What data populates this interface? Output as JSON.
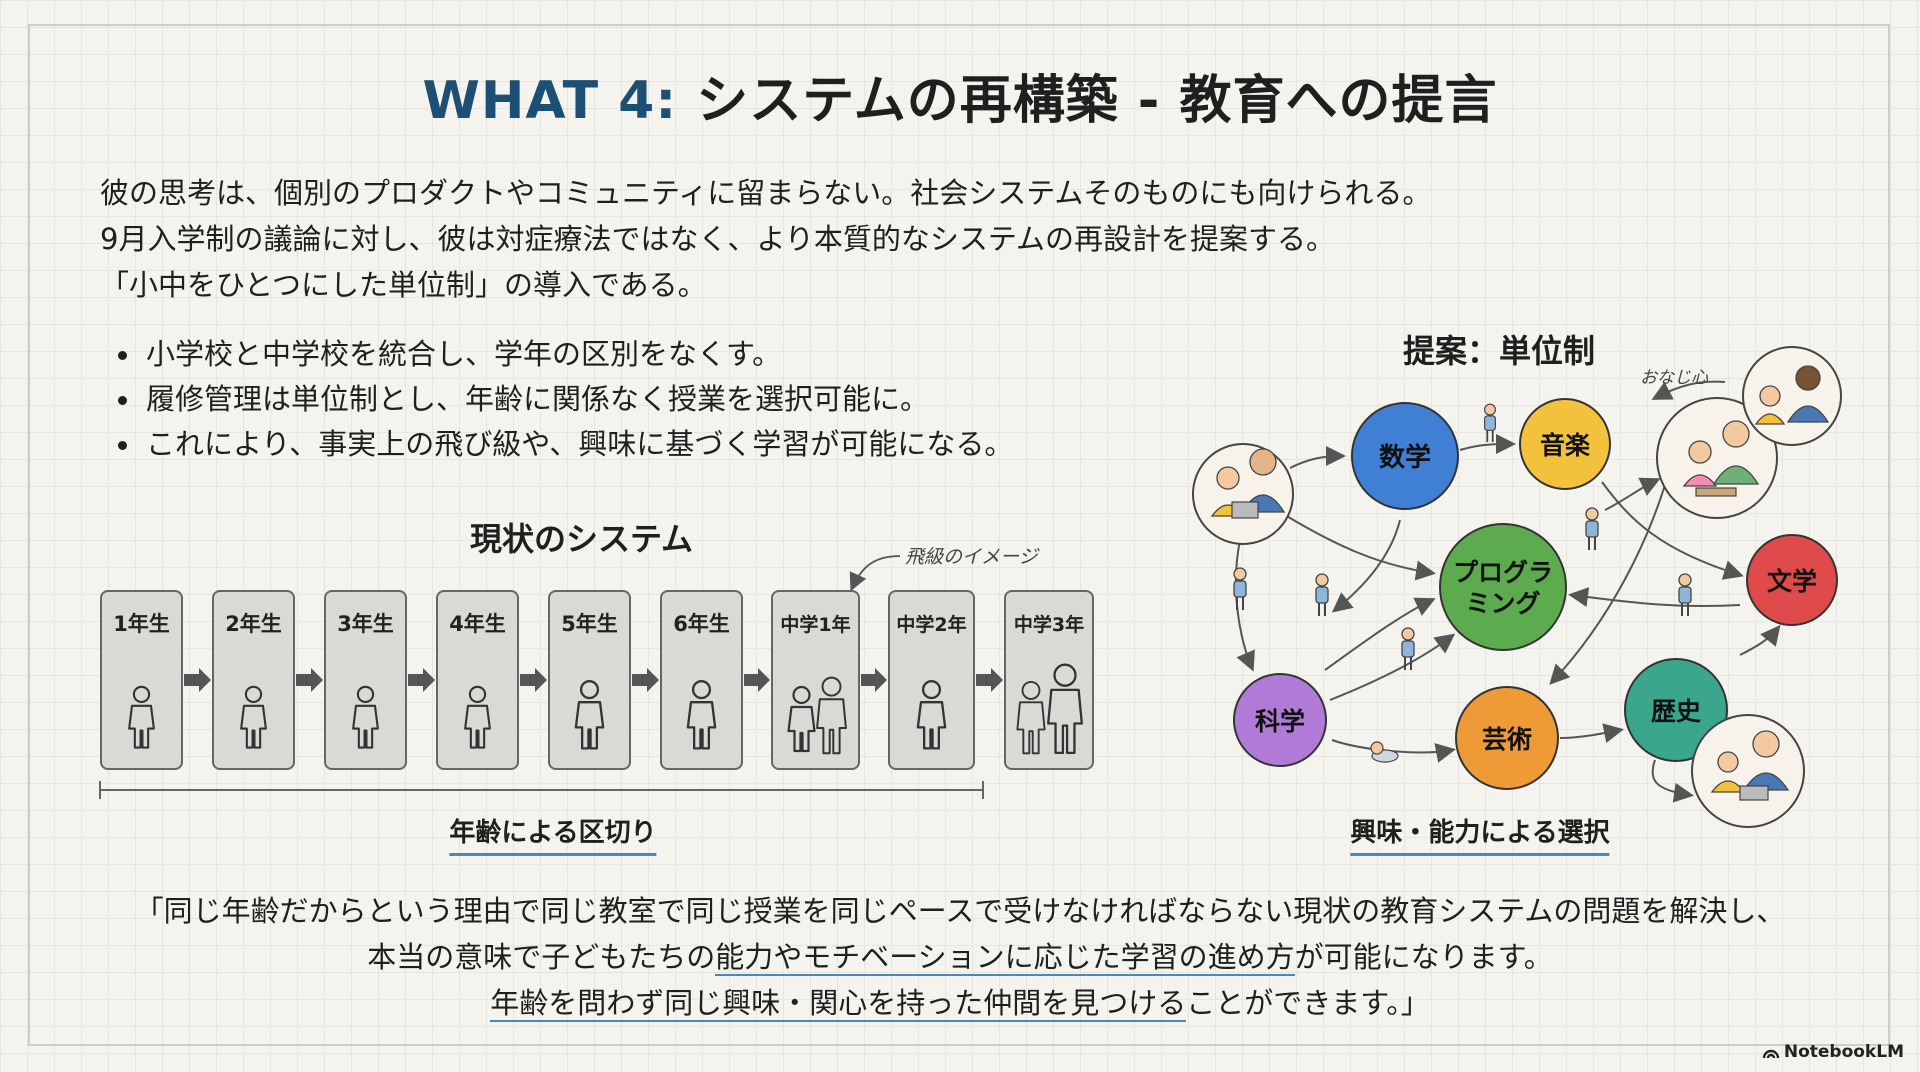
{
  "title": {
    "prefix": "WHAT 4:",
    "main": "システムの再構築 - 教育への提言"
  },
  "intro": [
    "彼の思考は、個別のプロダクトやコミュニティに留まらない。社会システムそのものにも向けられる。",
    "9月入学制の議論に対し、彼は対症療法ではなく、より本質的なシステムの再設計を提案する。",
    "「小中をひとつにした単位制」の導入である。"
  ],
  "bullets": [
    "小学校と中学校を統合し、学年の区別をなくす。",
    "履修管理は単位制とし、年齢に関係なく授業を選択可能に。",
    "これにより、事実上の飛び級や、興味に基づく学習が可能になる。"
  ],
  "current": {
    "label": "現状のシステム",
    "grades": [
      "1年生",
      "2年生",
      "3年生",
      "4年生",
      "5年生",
      "6年生",
      "中学1年",
      "中学2年",
      "中学3年"
    ],
    "annotation": "飛級のイメージ",
    "bottom_label": "年齢による区切り"
  },
  "proposal": {
    "label": "提案：単位制",
    "subjects": {
      "math": "数学",
      "music": "音楽",
      "programming_1": "プログラ",
      "programming_2": "ミング",
      "literature": "文学",
      "science": "科学",
      "art": "芸術",
      "history": "歴史"
    },
    "annotation": "おなじ心",
    "bottom_label": "興味・能力による選択"
  },
  "quote": {
    "line1": "「同じ年齢だからという理由で同じ教室で同じ授業を同じペースで受けなければならない現状の教育システムの問題を解決し、",
    "line2a": "本当の意味で子どもたちの",
    "line2b": "能力やモチベーションに応じた学習の進め方",
    "line2c": "が可能になります。",
    "line3a": "年齢を問わず同じ興味・関心を持った仲間を見つける",
    "line3b": "ことができます。」"
  },
  "brand": "NotebookLM",
  "colors": {
    "accent": "#1d4e73",
    "math": "#3f7fd4",
    "music": "#f3c23c",
    "programming": "#5cab4e",
    "literature": "#de4a4a",
    "science": "#b07bd6",
    "art": "#ee9a36",
    "history": "#3aa68e"
  },
  "icons": [
    "child-icon",
    "family-photo-icon",
    "logo-icon"
  ]
}
